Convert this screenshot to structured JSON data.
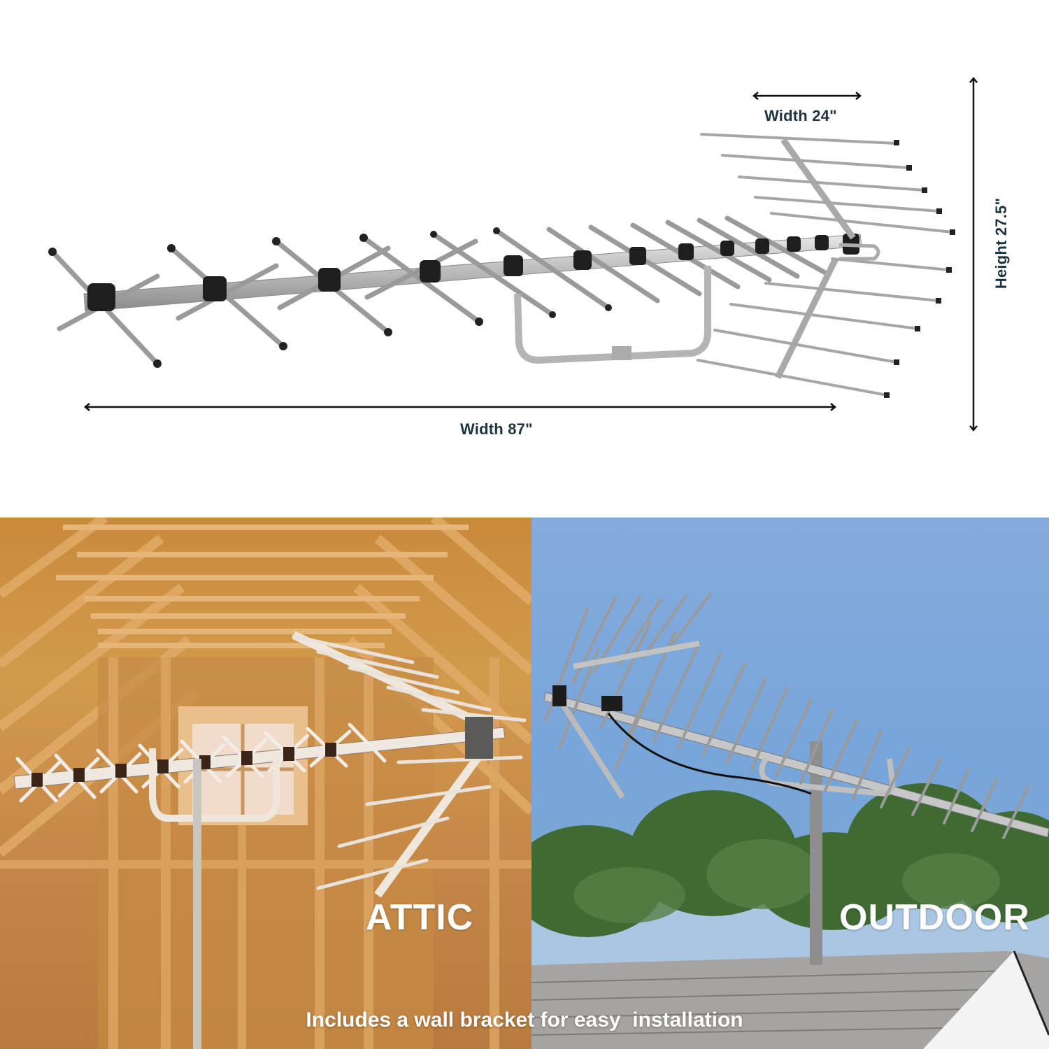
{
  "dimensions": {
    "width_small": "Width 24\"",
    "width_total": "Width 87\"",
    "height": "Height  27.5\""
  },
  "scenes": {
    "attic_label": "ATTIC",
    "outdoor_label": "OUTDOOR"
  },
  "caption": "Includes a wall bracket for easy  installation",
  "colors": {
    "dimension_text": "#1d3340",
    "attic_wood": "#c98a3a",
    "sky": "#7aa6d8",
    "roof": "#a9a7a3"
  }
}
